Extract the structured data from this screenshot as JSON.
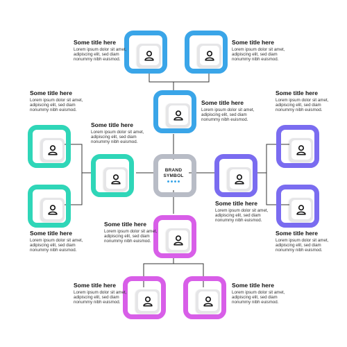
{
  "brand": {
    "line1": "BRAND",
    "line2": "SYMBOL"
  },
  "items": [
    {
      "title": "Some title here",
      "desc": "Lorem ipsum dolor sit amet, adipiscing elit, sed diam nonummy nibh euismod."
    },
    {
      "title": "Some title here",
      "desc": "Lorem ipsum dolor sit amet, adipiscing elit, sed diam nonummy nibh euismod."
    },
    {
      "title": "Some title here",
      "desc": "Lorem ipsum dolor sit amet, adipiscing elit, sed diam nonummy nibh euismod."
    },
    {
      "title": "Some title here",
      "desc": "Lorem ipsum dolor sit amet, adipiscing elit, sed diam nonummy nibh euismod."
    },
    {
      "title": "Some title here",
      "desc": "Lorem ipsum dolor sit amet, adipiscing elit, sed diam nonummy nibh euismod."
    },
    {
      "title": "Some title here",
      "desc": "Lorem ipsum dolor sit amet, adipiscing elit, sed diam nonummy nibh euismod."
    },
    {
      "title": "Some title here",
      "desc": "Lorem ipsum dolor sit amet, adipiscing elit, sed diam nonummy nibh euismod."
    },
    {
      "title": "Some title here",
      "desc": "Lorem ipsum dolor sit amet, adipiscing elit, sed diam nonummy nibh euismod."
    },
    {
      "title": "Some title here",
      "desc": "Lorem ipsum dolor sit amet, adipiscing elit, sed diam nonummy nibh euismod."
    },
    {
      "title": "Some title here",
      "desc": "Lorem ipsum dolor sit amet, adipiscing elit, sed diam nonummy nibh euismod."
    },
    {
      "title": "Some title here",
      "desc": "Lorem ipsum dolor sit amet, adipiscing elit, sed diam nonummy nibh euismod."
    },
    {
      "title": "Some title here",
      "desc": "Lorem ipsum dolor sit amet, adipiscing elit, sed diam nonummy nibh euismod."
    }
  ],
  "colors": {
    "blue": "#3aa5e8",
    "teal": "#2fd6b8",
    "purple": "#7a6cf0",
    "magenta": "#d85ee8",
    "gray": "#b8bcc6"
  },
  "icons": {
    "node": "person-icon"
  }
}
